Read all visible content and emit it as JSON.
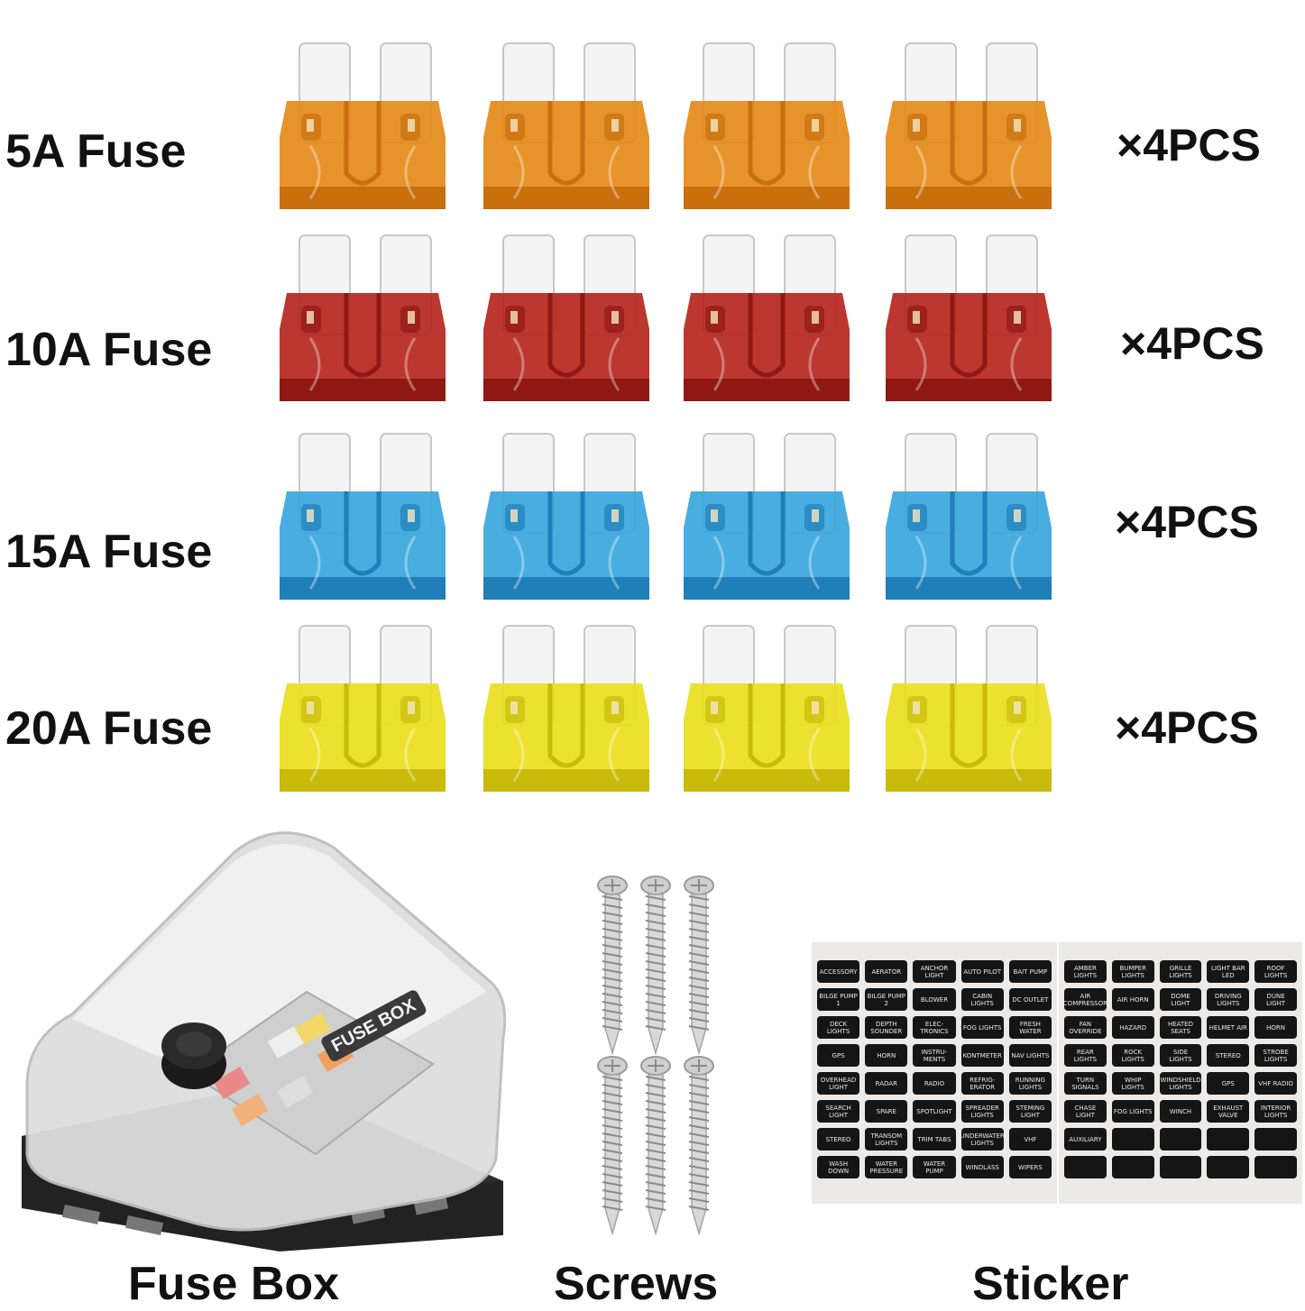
{
  "fuse_rows": [
    {
      "label": "5A Fuse",
      "qty": "×4PCS",
      "color": "#e58a1a",
      "shade": "#c96f0e"
    },
    {
      "label": "10A Fuse",
      "qty": "×4PCS",
      "color": "#b5261d",
      "shade": "#8f1912"
    },
    {
      "label": "15A Fuse",
      "qty": "×4PCS",
      "color": "#3aa6dc",
      "shade": "#1f7fb8"
    },
    {
      "label": "20A Fuse",
      "qty": "×4PCS",
      "color": "#e9de1c",
      "shade": "#c9ba0c"
    }
  ],
  "items": {
    "fuse_box": {
      "label": "Fuse Box",
      "cover_text": "FUSE BOX"
    },
    "screws": {
      "label": "Screws",
      "count": 6
    },
    "sticker": {
      "label": "Sticker"
    }
  },
  "sticker_left": [
    "ACCESSORY",
    "AERATOR",
    "ANCHOR LIGHT",
    "AUTO PILOT",
    "BAIT PUMP",
    "BILGE PUMP 1",
    "BILGE PUMP 2",
    "BLOWER",
    "CABIN LIGHTS",
    "DC OUTLET",
    "DECK LIGHTS",
    "DEPTH SOUNDER",
    "ELEC-TRONICS",
    "FOG LIGHTS",
    "FRESH WATER",
    "GPS",
    "HORN",
    "INSTRU-MENTS",
    "KONTMETER",
    "NAV LIGHTS",
    "OVERHEAD LIGHT",
    "RADAR",
    "RADIO",
    "REFRIG-ERATOR",
    "RUNNING LIGHTS",
    "SEARCH LIGHT",
    "SPARE",
    "SPOTLIGHT",
    "SPREADER LIGHTS",
    "STEMING LIGHT",
    "STEREO",
    "TRANSOM LIGHTS",
    "TRIM TABS",
    "UNDERWATER LIGHTS",
    "VHF",
    "WASH DOWN",
    "WATER PRESSURE",
    "WATER PUMP",
    "WINDLASS",
    "WIPERS"
  ],
  "sticker_right": [
    "AMBER LIGHTS",
    "BUMPER LIGHTS",
    "GRILLE LIGHTS",
    "LIGHT BAR LED",
    "ROOF LIGHTS",
    "AIR COMPRESSOR",
    "AIR HORN",
    "DOME LIGHT",
    "DRIVING LIGHTS",
    "DUNE LIGHT",
    "FAN OVERRIDE",
    "HAZARD",
    "HEATED SEATS",
    "HELMET AIR",
    "HORN",
    "REAR LIGHTS",
    "ROCK LIGHTS",
    "SIDE LIGHTS",
    "STEREO",
    "STROBE LIGHTS",
    "TURN SIGNALS",
    "WHIP LIGHTS",
    "WINDSHIELD LIGHTS",
    "GPS",
    "VHF RADIO",
    "CHASE LIGHT",
    "FOG LIGHTS",
    "WINCH",
    "EXHAUST VALVE",
    "INTERIOR LIGHTS",
    "AUXILIARY",
    "",
    "",
    "",
    "",
    "",
    "",
    "",
    "",
    ""
  ]
}
